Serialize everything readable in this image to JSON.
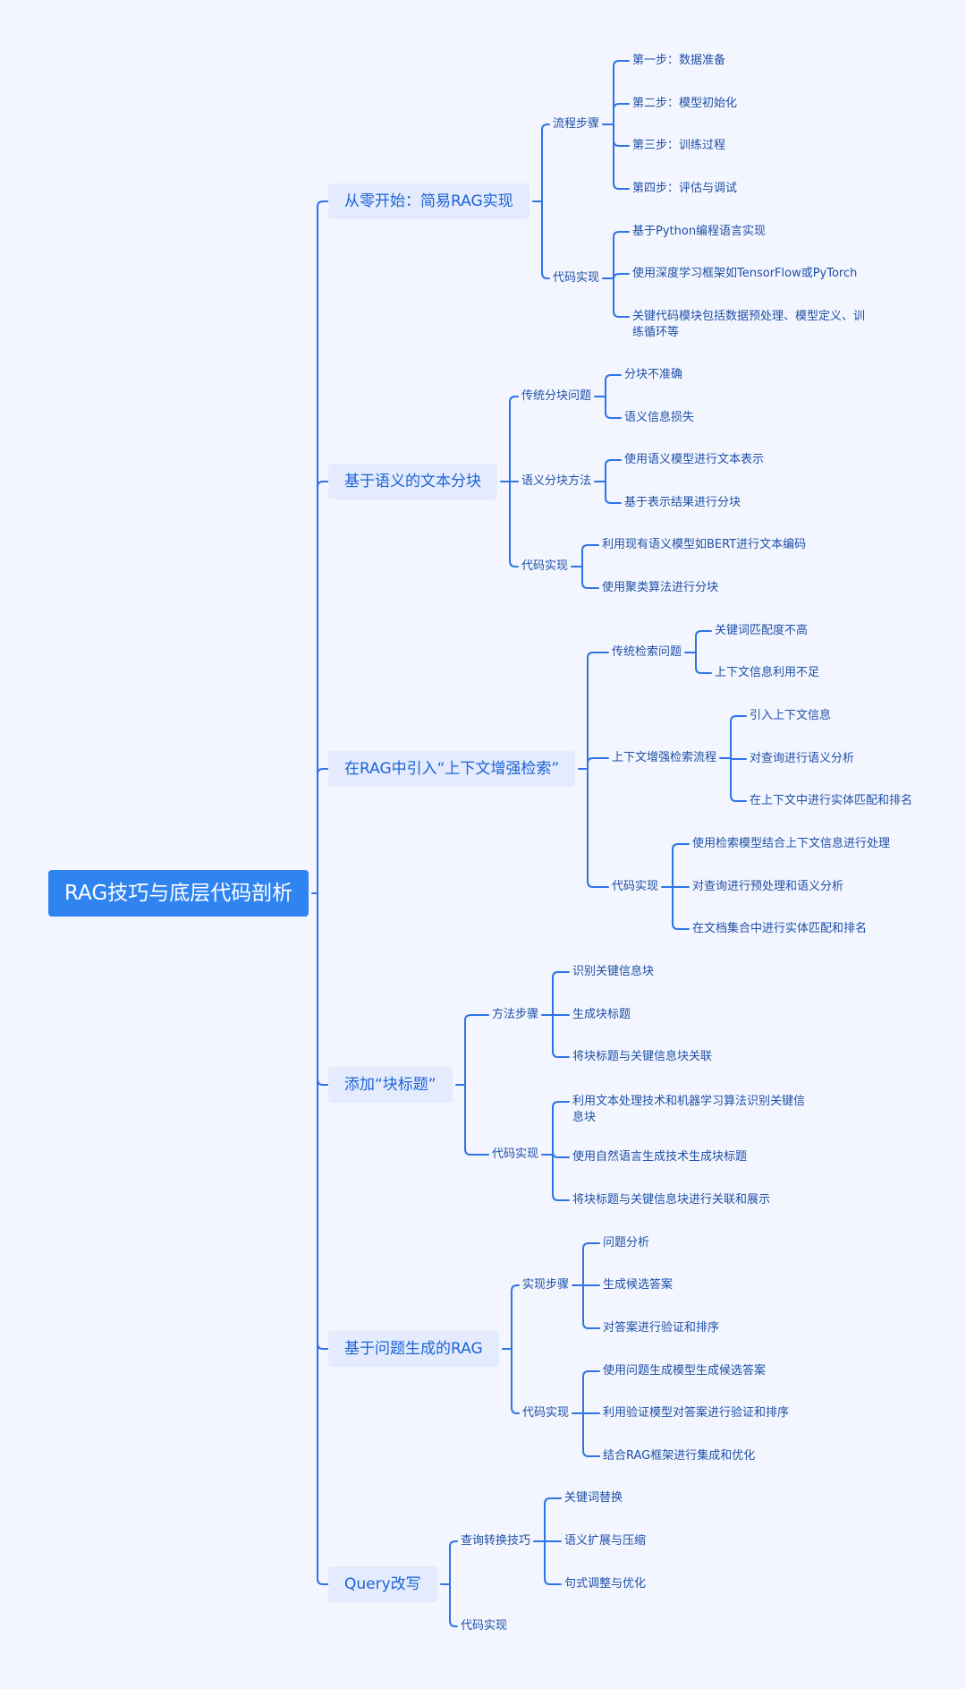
{
  "mindmap": {
    "root": "RAG技巧与底层代码剖析",
    "sections": [
      {
        "title": "从零开始：简易RAG实现",
        "groups": [
          {
            "title": "流程步骤",
            "items": [
              "第一步：数据准备",
              "第二步：模型初始化",
              "第三步：训练过程",
              "第四步：评估与调试"
            ]
          },
          {
            "title": "代码实现",
            "items": [
              "基于Python编程语言实现",
              "使用深度学习框架如TensorFlow或PyTorch",
              "关键代码模块包括数据预处理、模型定义、训练循环等"
            ]
          }
        ]
      },
      {
        "title": "基于语义的文本分块",
        "groups": [
          {
            "title": "传统分块问题",
            "items": [
              "分块不准确",
              "语义信息损失"
            ]
          },
          {
            "title": "语义分块方法",
            "items": [
              "使用语义模型进行文本表示",
              "基于表示结果进行分块"
            ]
          },
          {
            "title": "代码实现",
            "items": [
              "利用现有语义模型如BERT进行文本编码",
              "使用聚类算法进行分块"
            ]
          }
        ]
      },
      {
        "title": "在RAG中引入“上下文增强检索”",
        "groups": [
          {
            "title": "传统检索问题",
            "items": [
              "关键词匹配度不高",
              "上下文信息利用不足"
            ]
          },
          {
            "title": "上下文增强检索流程",
            "items": [
              "引入上下文信息",
              "对查询进行语义分析",
              "在上下文中进行实体匹配和排名"
            ]
          },
          {
            "title": "代码实现",
            "items": [
              "使用检索模型结合上下文信息进行处理",
              "对查询进行预处理和语义分析",
              "在文档集合中进行实体匹配和排名"
            ]
          }
        ]
      },
      {
        "title": "添加“块标题”",
        "groups": [
          {
            "title": "方法步骤",
            "items": [
              "识别关键信息块",
              "生成块标题",
              "将块标题与关键信息块关联"
            ]
          },
          {
            "title": "代码实现",
            "items": [
              "利用文本处理技术和机器学习算法识别关键信息块",
              "使用自然语言生成技术生成块标题",
              "将块标题与关键信息块进行关联和展示"
            ]
          }
        ]
      },
      {
        "title": "基于问题生成的RAG",
        "groups": [
          {
            "title": "实现步骤",
            "items": [
              "问题分析",
              "生成候选答案",
              "对答案进行验证和排序"
            ]
          },
          {
            "title": "代码实现",
            "items": [
              "使用问题生成模型生成候选答案",
              "利用验证模型对答案进行验证和排序",
              "结合RAG框架进行集成和优化"
            ]
          }
        ]
      },
      {
        "title": "Query改写",
        "groups": [
          {
            "title": "查询转换技巧",
            "items": [
              "关键词替换",
              "语义扩展与压缩",
              "句式调整与优化"
            ]
          },
          {
            "title": "代码实现",
            "items": []
          }
        ]
      }
    ]
  }
}
